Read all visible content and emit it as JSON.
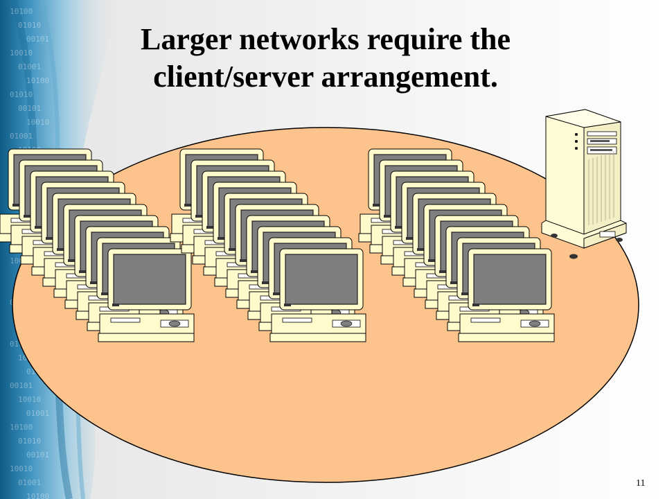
{
  "slide": {
    "title_line1": "Larger networks require the",
    "title_line2": "client/server arrangement.",
    "page_number": "11"
  },
  "diagram": {
    "network_area_color": "#fcc48c",
    "computer_color": "#fffbcc",
    "screen_color": "#7f7f7f",
    "client_groups": [
      {
        "name": "client-group-1",
        "computers": 10
      },
      {
        "name": "client-group-2",
        "computers": 10
      },
      {
        "name": "client-group-3",
        "computers": 10
      }
    ],
    "server": {
      "icon": "tower-server-icon"
    }
  }
}
